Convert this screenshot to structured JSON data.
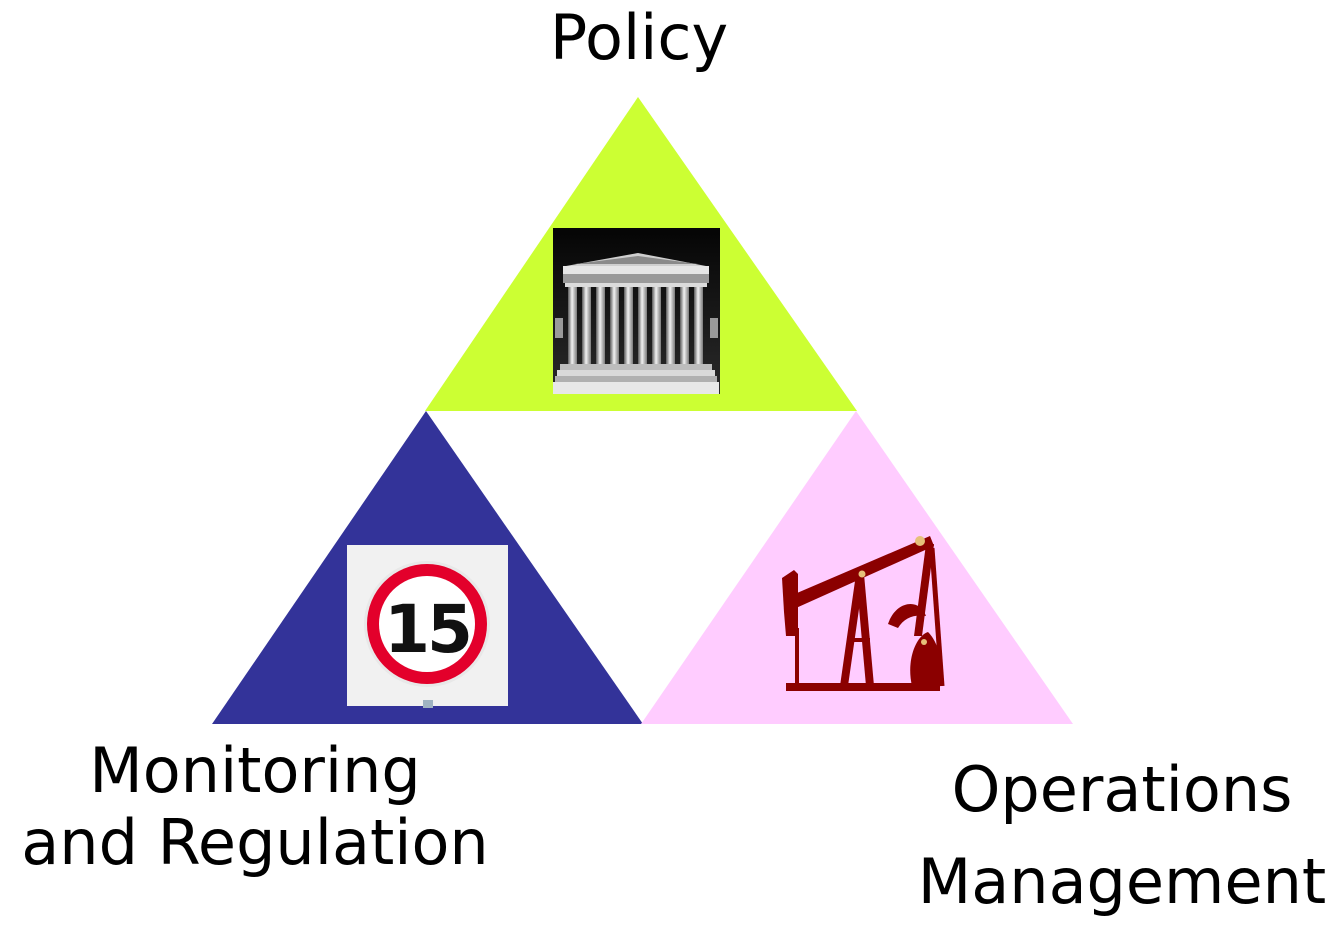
{
  "diagram": {
    "policy": {
      "label": "Policy",
      "color": "#ccff33",
      "icon": "courthouse-icon"
    },
    "monitoring": {
      "line1": "Monitoring",
      "line2": "and Regulation",
      "color": "#333399",
      "icon": "speed-limit-sign-icon",
      "sign_text": "15",
      "sign_ring_color": "#e3002b"
    },
    "operations": {
      "line1": "Operations",
      "line2": "Management",
      "color": "#ffccff",
      "icon": "oil-pump-jack-icon",
      "icon_color": "#8b0000"
    },
    "center_color": "#ffffff"
  }
}
